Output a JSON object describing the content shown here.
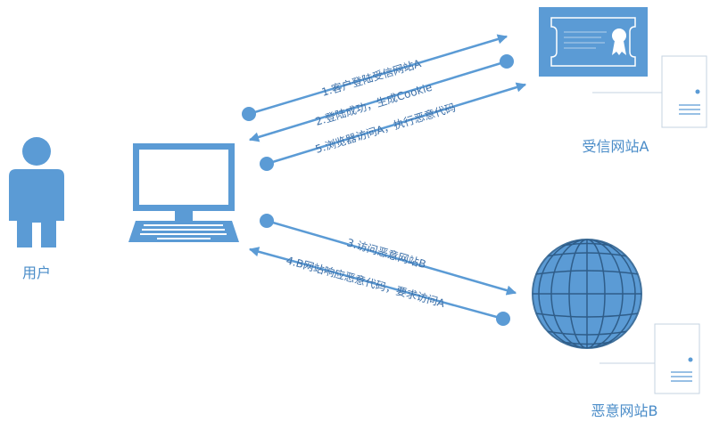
{
  "actors": {
    "user": "用户",
    "trusted_site": "受信网站A",
    "malicious_site": "恶意网站B"
  },
  "steps": [
    {
      "id": "step1",
      "label": "1.客户登陆受信网站A"
    },
    {
      "id": "step2",
      "label": "2.登陆成功，生成Cookie"
    },
    {
      "id": "step5",
      "label": "5.浏览器访问A，执行恶意代码"
    },
    {
      "id": "step3",
      "label": "3.访问恶意网站B"
    },
    {
      "id": "step4",
      "label": "4.B网站响应恶意代码，要求访问A"
    }
  ],
  "colors": {
    "primary": "#5b9bd5",
    "dark": "#41719c",
    "text": "#4a8cc8",
    "server_border": "#c5d3e2"
  }
}
